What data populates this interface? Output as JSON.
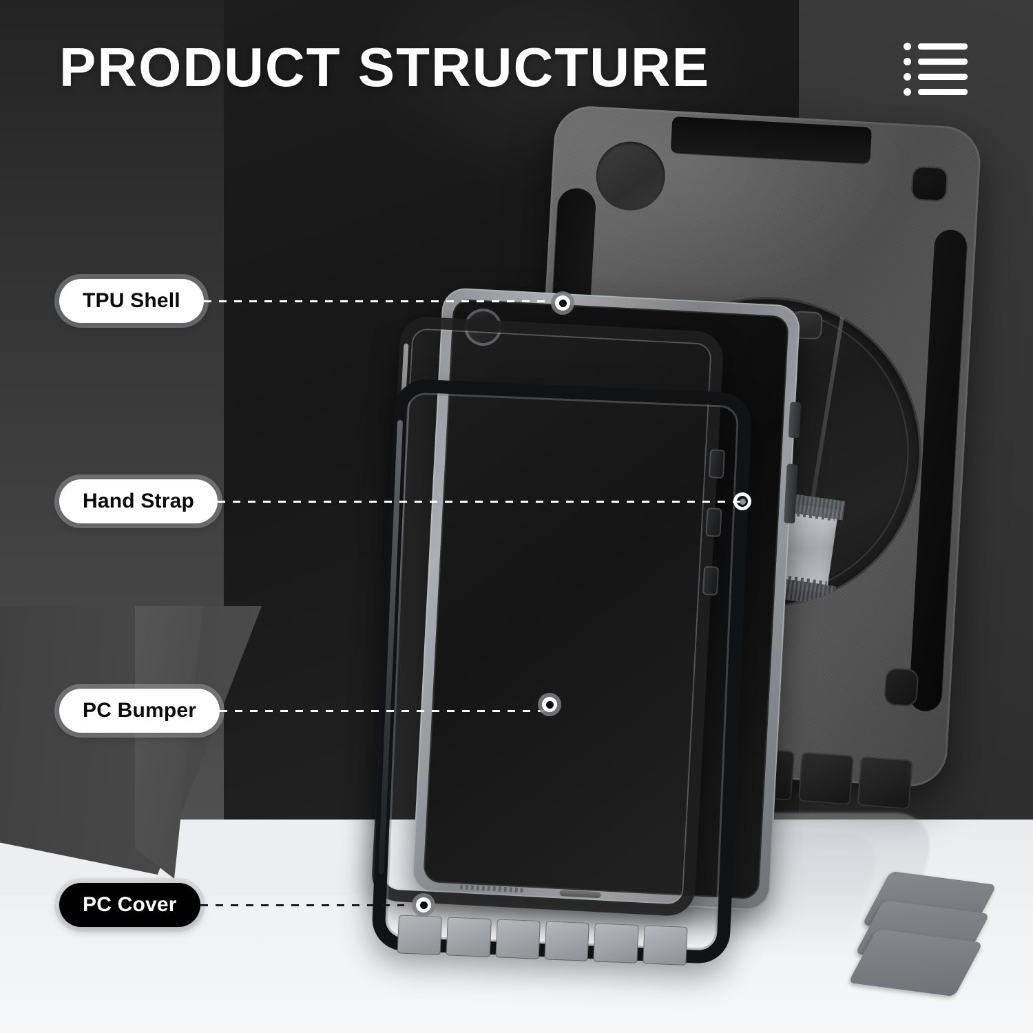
{
  "header": {
    "title": "PRODUCT  STRUCTURE",
    "list_icon_name": "list-icon",
    "list_icon_rows": 4,
    "title_color": "#ffffff"
  },
  "colors": {
    "pill_light_bg": "#ffffff",
    "pill_light_text": "#0a0a0a",
    "pill_dark_bg": "#000000",
    "pill_dark_text": "#ffffff",
    "pill_halo": "#bec1c6",
    "background_dark": "#1d1d1d",
    "background_wall": "#3a3a3a",
    "floor_light": "#eef0f2",
    "marker_ring": "#7d8085",
    "leader_on_dark": "#ffffff",
    "leader_on_light": "#1a1a1a"
  },
  "callouts": [
    {
      "label": "TPU Shell",
      "style": "light",
      "marker": "big",
      "line_on": "dark"
    },
    {
      "label": "Hand Strap",
      "style": "light",
      "marker": "small",
      "line_on": "dark"
    },
    {
      "label": "PC Bumper",
      "style": "light",
      "marker": "big",
      "line_on": "dark"
    },
    {
      "label": "PC Cover",
      "style": "dark",
      "marker": "big",
      "line_on": "light"
    }
  ],
  "product": {
    "layers": [
      "TPU Shell",
      "Hand Strap",
      "PC Bumper",
      "PC Cover"
    ],
    "decor_plate_count": 3
  }
}
